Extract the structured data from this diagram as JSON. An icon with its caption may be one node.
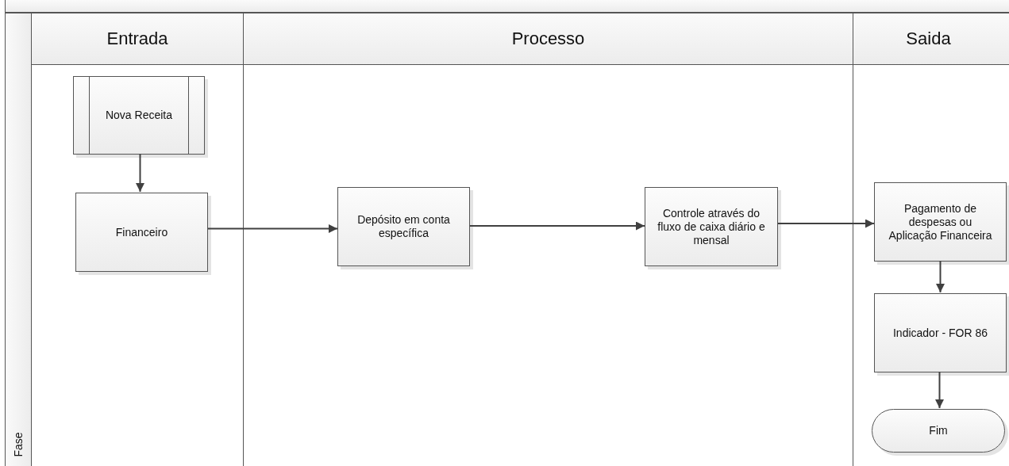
{
  "diagram": {
    "nodes": [
      {
        "text": [
          "Fase"
        ]
      },
      {
        "text": [
          "Entrada"
        ]
      },
      {
        "text": [
          "Processo"
        ]
      },
      {
        "text": [
          "Saida"
        ]
      },
      {
        "text": [
          "Nova Receita"
        ],
        "in": 1
      },
      {
        "text": [
          "Financeiro"
        ],
        "in": 1
      },
      {
        "text": [
          "Depósito em conta específica"
        ],
        "in": 2
      },
      {
        "text": [
          "Controle através do fluxo de caixa diário e mensal"
        ],
        "in": 2
      },
      {
        "text": [
          "Pagamento de despesas ou Aplicação Financeira"
        ],
        "in": 3
      },
      {
        "text": [
          "Indicador -  FOR 86"
        ],
        "in": 3
      },
      {
        "text": [
          "Fim"
        ],
        "in": 3
      }
    ],
    "edges": [
      {
        "from": 4,
        "to": 5,
        "arrow": "to"
      },
      {
        "from": 5,
        "to": 6,
        "arrow": "to"
      },
      {
        "from": 6,
        "to": 7,
        "arrow": "to"
      },
      {
        "from": 7,
        "to": 8,
        "arrow": "to"
      },
      {
        "from": 8,
        "to": 9,
        "arrow": "to"
      },
      {
        "from": 9,
        "to": 10,
        "arrow": "to"
      }
    ]
  }
}
